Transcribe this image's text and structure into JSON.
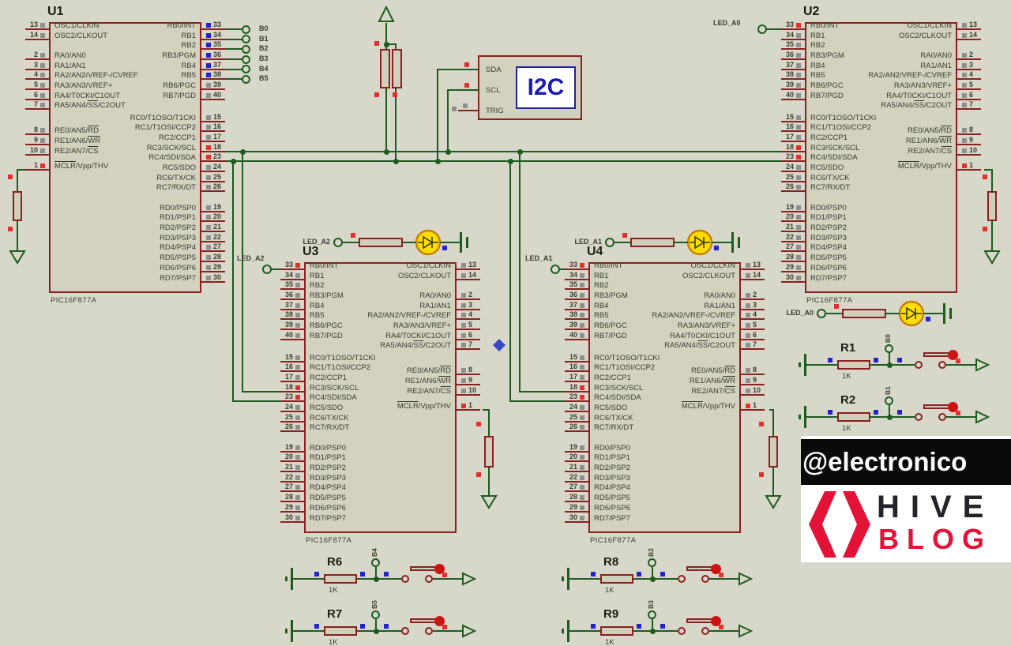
{
  "app": {
    "background": "#d8d8ca"
  },
  "colors": {
    "wire_green": "#1e5c1e",
    "pin_maroon": "#8a2020",
    "chip_fill": "#d2d2bf",
    "led_yellow": "#ffdd00",
    "led_outline": "#c87f0a",
    "hive_red": "#e31337",
    "i2c_blue": "#1c1cb0",
    "indicator_blue": "#2424cc",
    "indicator_red": "#e03030",
    "indicator_gray": "#8f8f8f"
  },
  "pinout": {
    "side_a": [
      {
        "n": 13,
        "label": "OSC1/CLKIN"
      },
      {
        "n": 14,
        "label": "OSC2/CLKOUT"
      },
      {
        "n": 2,
        "label": "RA0/AN0"
      },
      {
        "n": 3,
        "label": "RA1/AN1"
      },
      {
        "n": 4,
        "label": "RA2/AN2/VREF-/CVREF"
      },
      {
        "n": 5,
        "label": "RA3/AN3/VREF+"
      },
      {
        "n": 6,
        "label": "RA4/T0CKI/C1OUT"
      },
      {
        "n": 7,
        "label": "RA5/AN4/~SS~/C2OUT"
      },
      {
        "n": 8,
        "label": "RE0/AN5/~RD~"
      },
      {
        "n": 9,
        "label": "RE1/AN6/~WR~"
      },
      {
        "n": 10,
        "label": "RE2/AN7/~CS~"
      },
      {
        "n": 1,
        "label": "~MCLR~/Vpp/THV"
      }
    ],
    "side_b": [
      {
        "n": 33,
        "label": "RB0/INT"
      },
      {
        "n": 34,
        "label": "RB1"
      },
      {
        "n": 35,
        "label": "RB2"
      },
      {
        "n": 36,
        "label": "RB3/PGM"
      },
      {
        "n": 37,
        "label": "RB4"
      },
      {
        "n": 38,
        "label": "RB5"
      },
      {
        "n": 39,
        "label": "RB6/PGC"
      },
      {
        "n": 40,
        "label": "RB7/PGD"
      },
      {
        "n": 15,
        "label": "RC0/T1OSO/T1CKI"
      },
      {
        "n": 16,
        "label": "RC1/T1OSI/CCP2"
      },
      {
        "n": 17,
        "label": "RC2/CCP1"
      },
      {
        "n": 18,
        "label": "RC3/SCK/SCL"
      },
      {
        "n": 23,
        "label": "RC4/SDI/SDA"
      },
      {
        "n": 24,
        "label": "RC5/SDO"
      },
      {
        "n": 25,
        "label": "RC6/TX/CK"
      },
      {
        "n": 26,
        "label": "RC7/RX/DT"
      },
      {
        "n": 19,
        "label": "RD0/PSP0"
      },
      {
        "n": 20,
        "label": "RD1/PSP1"
      },
      {
        "n": 21,
        "label": "RD2/PSP2"
      },
      {
        "n": 22,
        "label": "RD3/PSP3"
      },
      {
        "n": 27,
        "label": "RD4/PSP4"
      },
      {
        "n": 28,
        "label": "RD5/PSP5"
      },
      {
        "n": 29,
        "label": "RD6/PSP6"
      },
      {
        "n": 30,
        "label": "RD7/PSP7"
      }
    ]
  },
  "chips": [
    {
      "ref": "U1",
      "part": "PIC16F877A",
      "ind": {
        "33": "blue",
        "34": "blue",
        "35": "blue",
        "36": "blue",
        "37": "blue",
        "38": "blue",
        "18": "red",
        "23": "red",
        "1": "red"
      }
    },
    {
      "ref": "U2",
      "part": "PIC16F877A",
      "ind": {
        "33": "red",
        "18": "red",
        "23": "red",
        "1": "red"
      }
    },
    {
      "ref": "U3",
      "part": "PIC16F877A",
      "ind": {
        "33": "red",
        "18": "red",
        "23": "red",
        "1": "red"
      }
    },
    {
      "ref": "U4",
      "part": "PIC16F877A",
      "ind": {
        "33": "red",
        "18": "red",
        "23": "red",
        "1": "red"
      }
    }
  ],
  "i2c": {
    "title": "I2C",
    "pins": [
      "SDA",
      "SCL",
      "TRIG"
    ]
  },
  "bus_terminals": [
    "B0",
    "B1",
    "B2",
    "B3",
    "B4",
    "B5"
  ],
  "input_terminals": [
    {
      "name": "LED_A0",
      "chip": "U2"
    },
    {
      "name": "LED_A2",
      "chip": "U3"
    },
    {
      "name": "LED_A1",
      "chip": "U4"
    }
  ],
  "led_rows": [
    {
      "name": "LED_A2"
    },
    {
      "name": "LED_A1"
    },
    {
      "name": "LED_A0"
    }
  ],
  "button_rows": [
    {
      "ref": "R1",
      "value": "1K",
      "terminal": "B0"
    },
    {
      "ref": "R2",
      "value": "1K",
      "terminal": "B1"
    },
    {
      "ref": "R6",
      "value": "1K",
      "terminal": "B4"
    },
    {
      "ref": "R7",
      "value": "1K",
      "terminal": "B5"
    },
    {
      "ref": "R8",
      "value": "1K",
      "terminal": "B2"
    },
    {
      "ref": "R9",
      "value": "1K",
      "terminal": "B3"
    }
  ],
  "logo": {
    "handle": "@electronico",
    "brand": "HIVE",
    "word": "BLOG"
  }
}
